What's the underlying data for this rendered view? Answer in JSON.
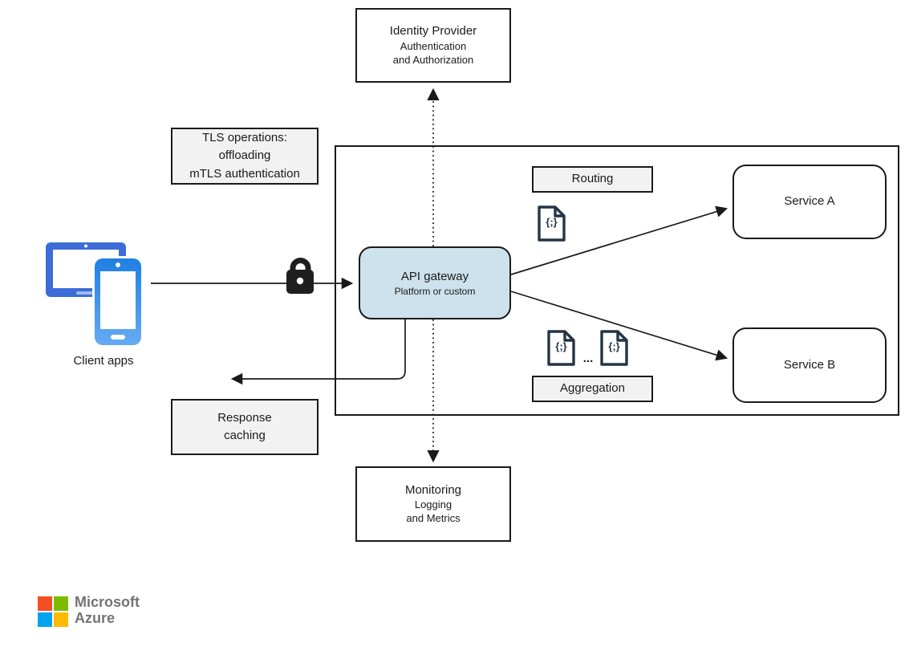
{
  "diagram": {
    "identity": {
      "title": "Identity Provider",
      "subtitle": "Authentication\nand Authorization"
    },
    "tls_note": "TLS operations:\noffloading\nmTLS authentication",
    "client_apps_label": "Client apps",
    "api_gateway": {
      "title": "API gateway",
      "subtitle": "Platform or custom"
    },
    "routing_label": "Routing",
    "aggregation_label": "Aggregation",
    "response_caching_label": "Response\ncaching",
    "service_a_label": "Service A",
    "service_b_label": "Service B",
    "monitoring": {
      "title": "Monitoring",
      "subtitle": "Logging\nand Metrics"
    },
    "doc_glyph": "{;}",
    "ellipsis": "...",
    "colors": {
      "gateway_fill": "#cde2ec",
      "note_fill": "#f2f2f2",
      "line": "#1a1a1a",
      "doc_icon": "#243545",
      "tablet_blue": "#3d6cd8",
      "phone_blue_top": "#1f7fe3",
      "phone_blue_bottom": "#66abf2"
    }
  },
  "footer": {
    "brand_line1": "Microsoft",
    "brand_line2": "Azure",
    "logo_colors": {
      "tl": "#f25022",
      "tr": "#7fba00",
      "bl": "#00a4ef",
      "br": "#ffb900"
    }
  }
}
